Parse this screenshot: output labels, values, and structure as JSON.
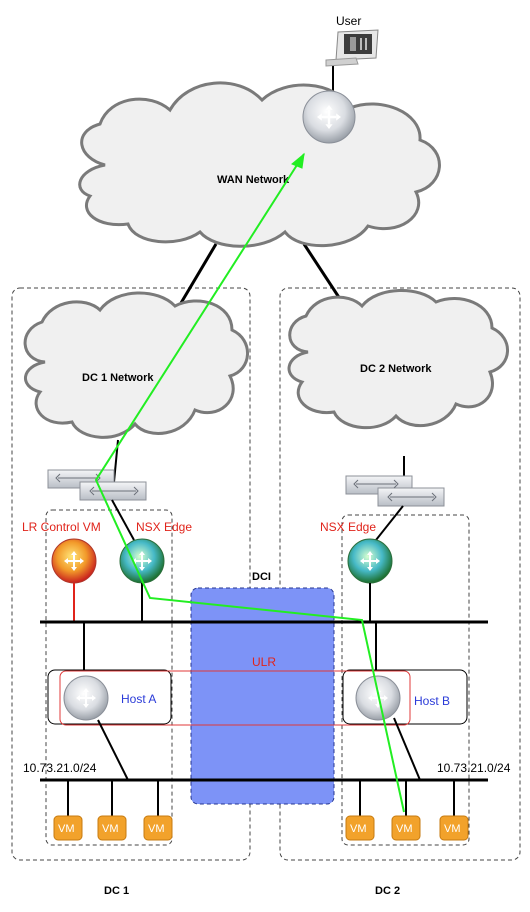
{
  "colors": {
    "path": "#22ee22",
    "dci_fill": "#7d93f7",
    "ulr": "#e03a3a",
    "host_label": "#2a3bd8",
    "edge_label": "#e0241b",
    "vm_fill": "#f2a22b"
  },
  "labels": {
    "user": "User",
    "wan": "WAN Network",
    "dc1_network": "DC 1 Network",
    "dc2_network": "DC 2 Network",
    "lr_control_vm": "LR Control VM",
    "nsx_edge_1": "NSX Edge",
    "nsx_edge_2": "NSX Edge",
    "dci": "DCI",
    "ulr": "ULR",
    "host_a": "Host A",
    "host_b": "Host B",
    "subnet_1": "10.73.21.0/24",
    "subnet_2": "10.73.21.0/24",
    "dc1": "DC 1",
    "dc2": "DC 2",
    "vm": "VM"
  },
  "icons": {
    "user": "user-workstation-icon",
    "wan_router": "router-icon",
    "switch": "l2-switch-icon",
    "lr_control_vm": "logical-router-control-vm-icon",
    "nsx_edge": "nsx-edge-icon",
    "host_router": "router-icon",
    "vm": "virtual-machine-icon"
  }
}
